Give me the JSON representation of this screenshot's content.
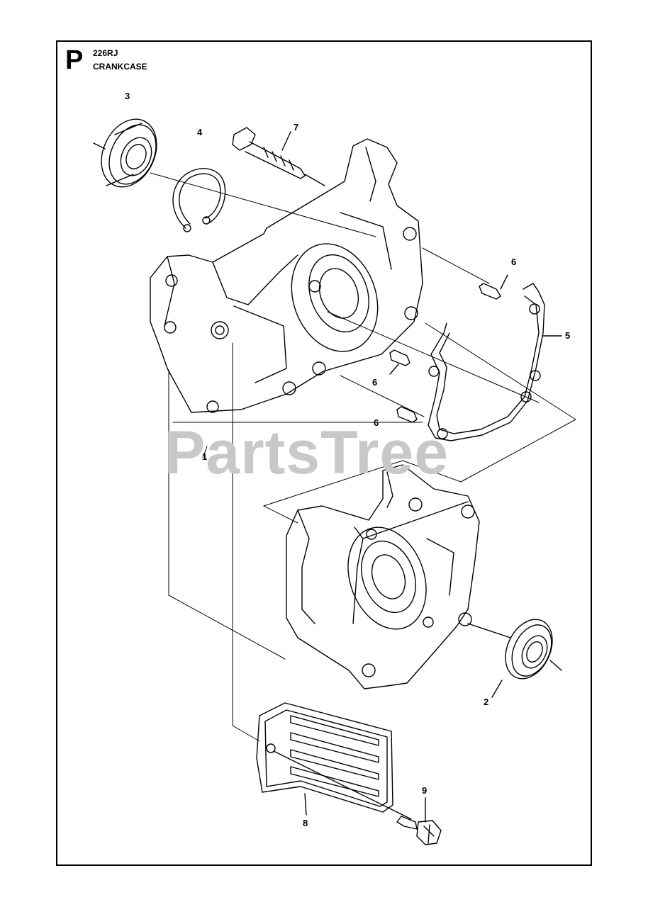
{
  "header": {
    "section_letter": "P",
    "model": "226RJ",
    "title": "CRANKCASE"
  },
  "watermark": "PartsTree",
  "callouts": [
    "1",
    "2",
    "3",
    "4",
    "5",
    "6",
    "6",
    "6",
    "7",
    "8",
    "9"
  ]
}
